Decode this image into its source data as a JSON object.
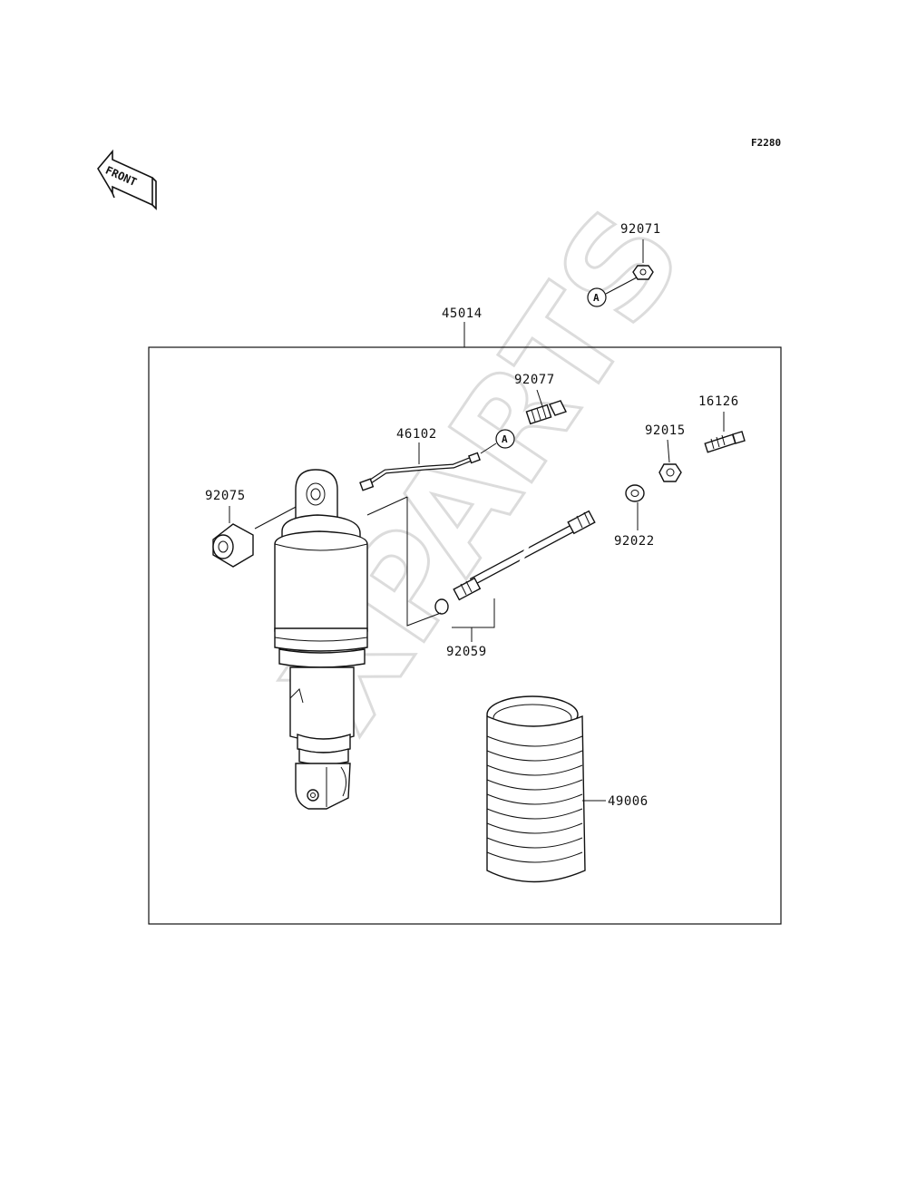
{
  "diagram": {
    "figure_code": "F2280",
    "front_label": "FRONT",
    "watermark": "XPARTS",
    "callout_letter": "A",
    "parts": {
      "p92071": "92071",
      "p45014": "45014",
      "p92077": "92077",
      "p16126": "16126",
      "p46102": "46102",
      "p92015": "92015",
      "p92075": "92075",
      "p92022": "92022",
      "p92059": "92059",
      "p49006": "49006"
    }
  }
}
